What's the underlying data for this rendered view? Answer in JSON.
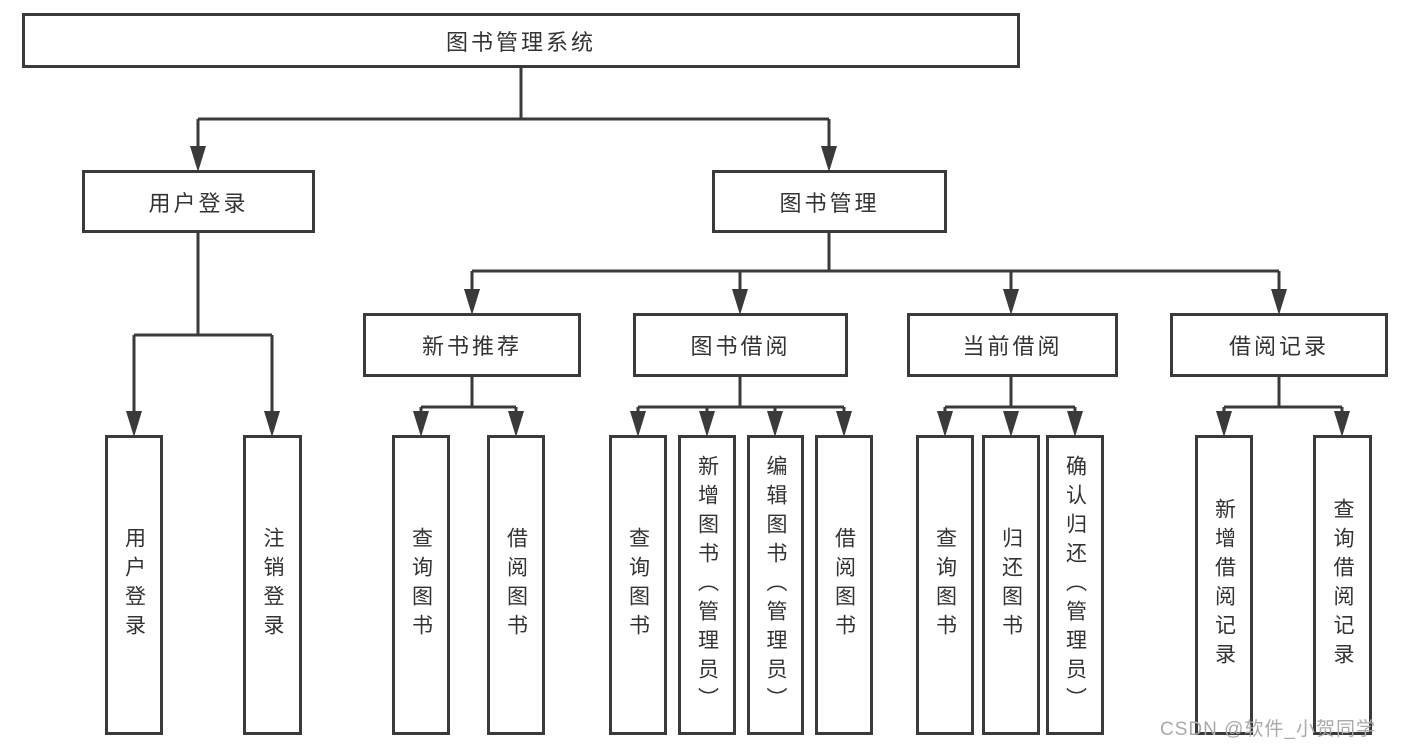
{
  "tree": {
    "root": "图书管理系统",
    "branches": [
      {
        "label": "用户登录",
        "leaves": [
          "用户登录",
          "注销登录"
        ]
      },
      {
        "label": "图书管理",
        "groups": [
          {
            "label": "新书推荐",
            "leaves": [
              "查询图书",
              "借阅图书"
            ]
          },
          {
            "label": "图书借阅",
            "leaves": [
              "查询图书",
              "新增图书（管理员）",
              "编辑图书（管理员）",
              "借阅图书"
            ]
          },
          {
            "label": "当前借阅",
            "leaves": [
              "查询图书",
              "归还图书",
              "确认归还（管理员）"
            ]
          },
          {
            "label": "借阅记录",
            "leaves": [
              "新增借阅记录",
              "查询借阅记录"
            ]
          }
        ]
      }
    ]
  },
  "watermark": "CSDN @软件_小贺同学",
  "colors": {
    "line": "#3a3a3a",
    "text": "#333333",
    "watermark": "#a9a9a9",
    "background": "#ffffff"
  }
}
